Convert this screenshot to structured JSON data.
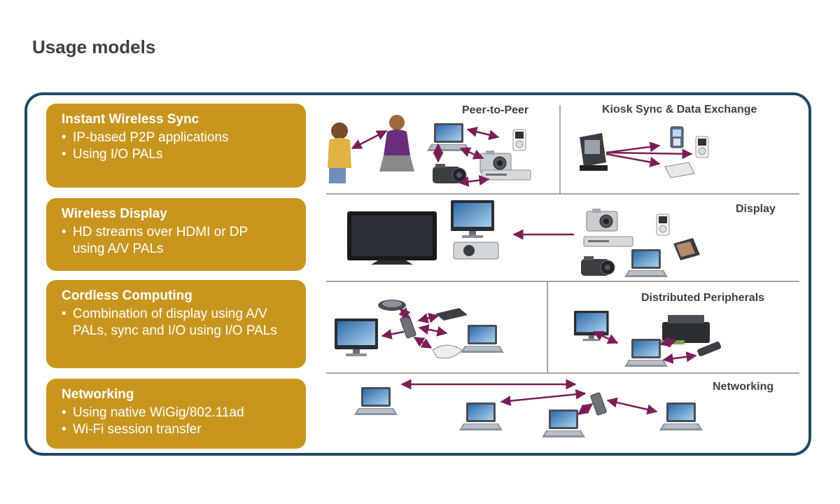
{
  "title": "Usage models",
  "models": [
    {
      "heading": "Instant Wireless Sync",
      "bullets": [
        "IP-based P2P  applications",
        "Using I/O PALs"
      ]
    },
    {
      "heading": "Wireless Display",
      "bullets": [
        "HD streams over HDMI or DP using A/V PALs"
      ]
    },
    {
      "heading": "Cordless Computing",
      "bullets": [
        "Combination of display using A/V PALs, sync and I/O using I/O PALs"
      ]
    },
    {
      "heading": "Networking",
      "bullets": [
        "Using native WiGig/802.11ad",
        "Wi-Fi session transfer"
      ]
    }
  ],
  "panels": {
    "peer_to_peer": "Peer-to-Peer",
    "kiosk": "Kiosk Sync & Data Exchange",
    "display": "Display",
    "distributed": "Distributed Peripherals",
    "networking": "Networking"
  },
  "colors": {
    "box": "#c8961e",
    "frame": "#1f4a66",
    "arrow": "#7a1f55"
  }
}
